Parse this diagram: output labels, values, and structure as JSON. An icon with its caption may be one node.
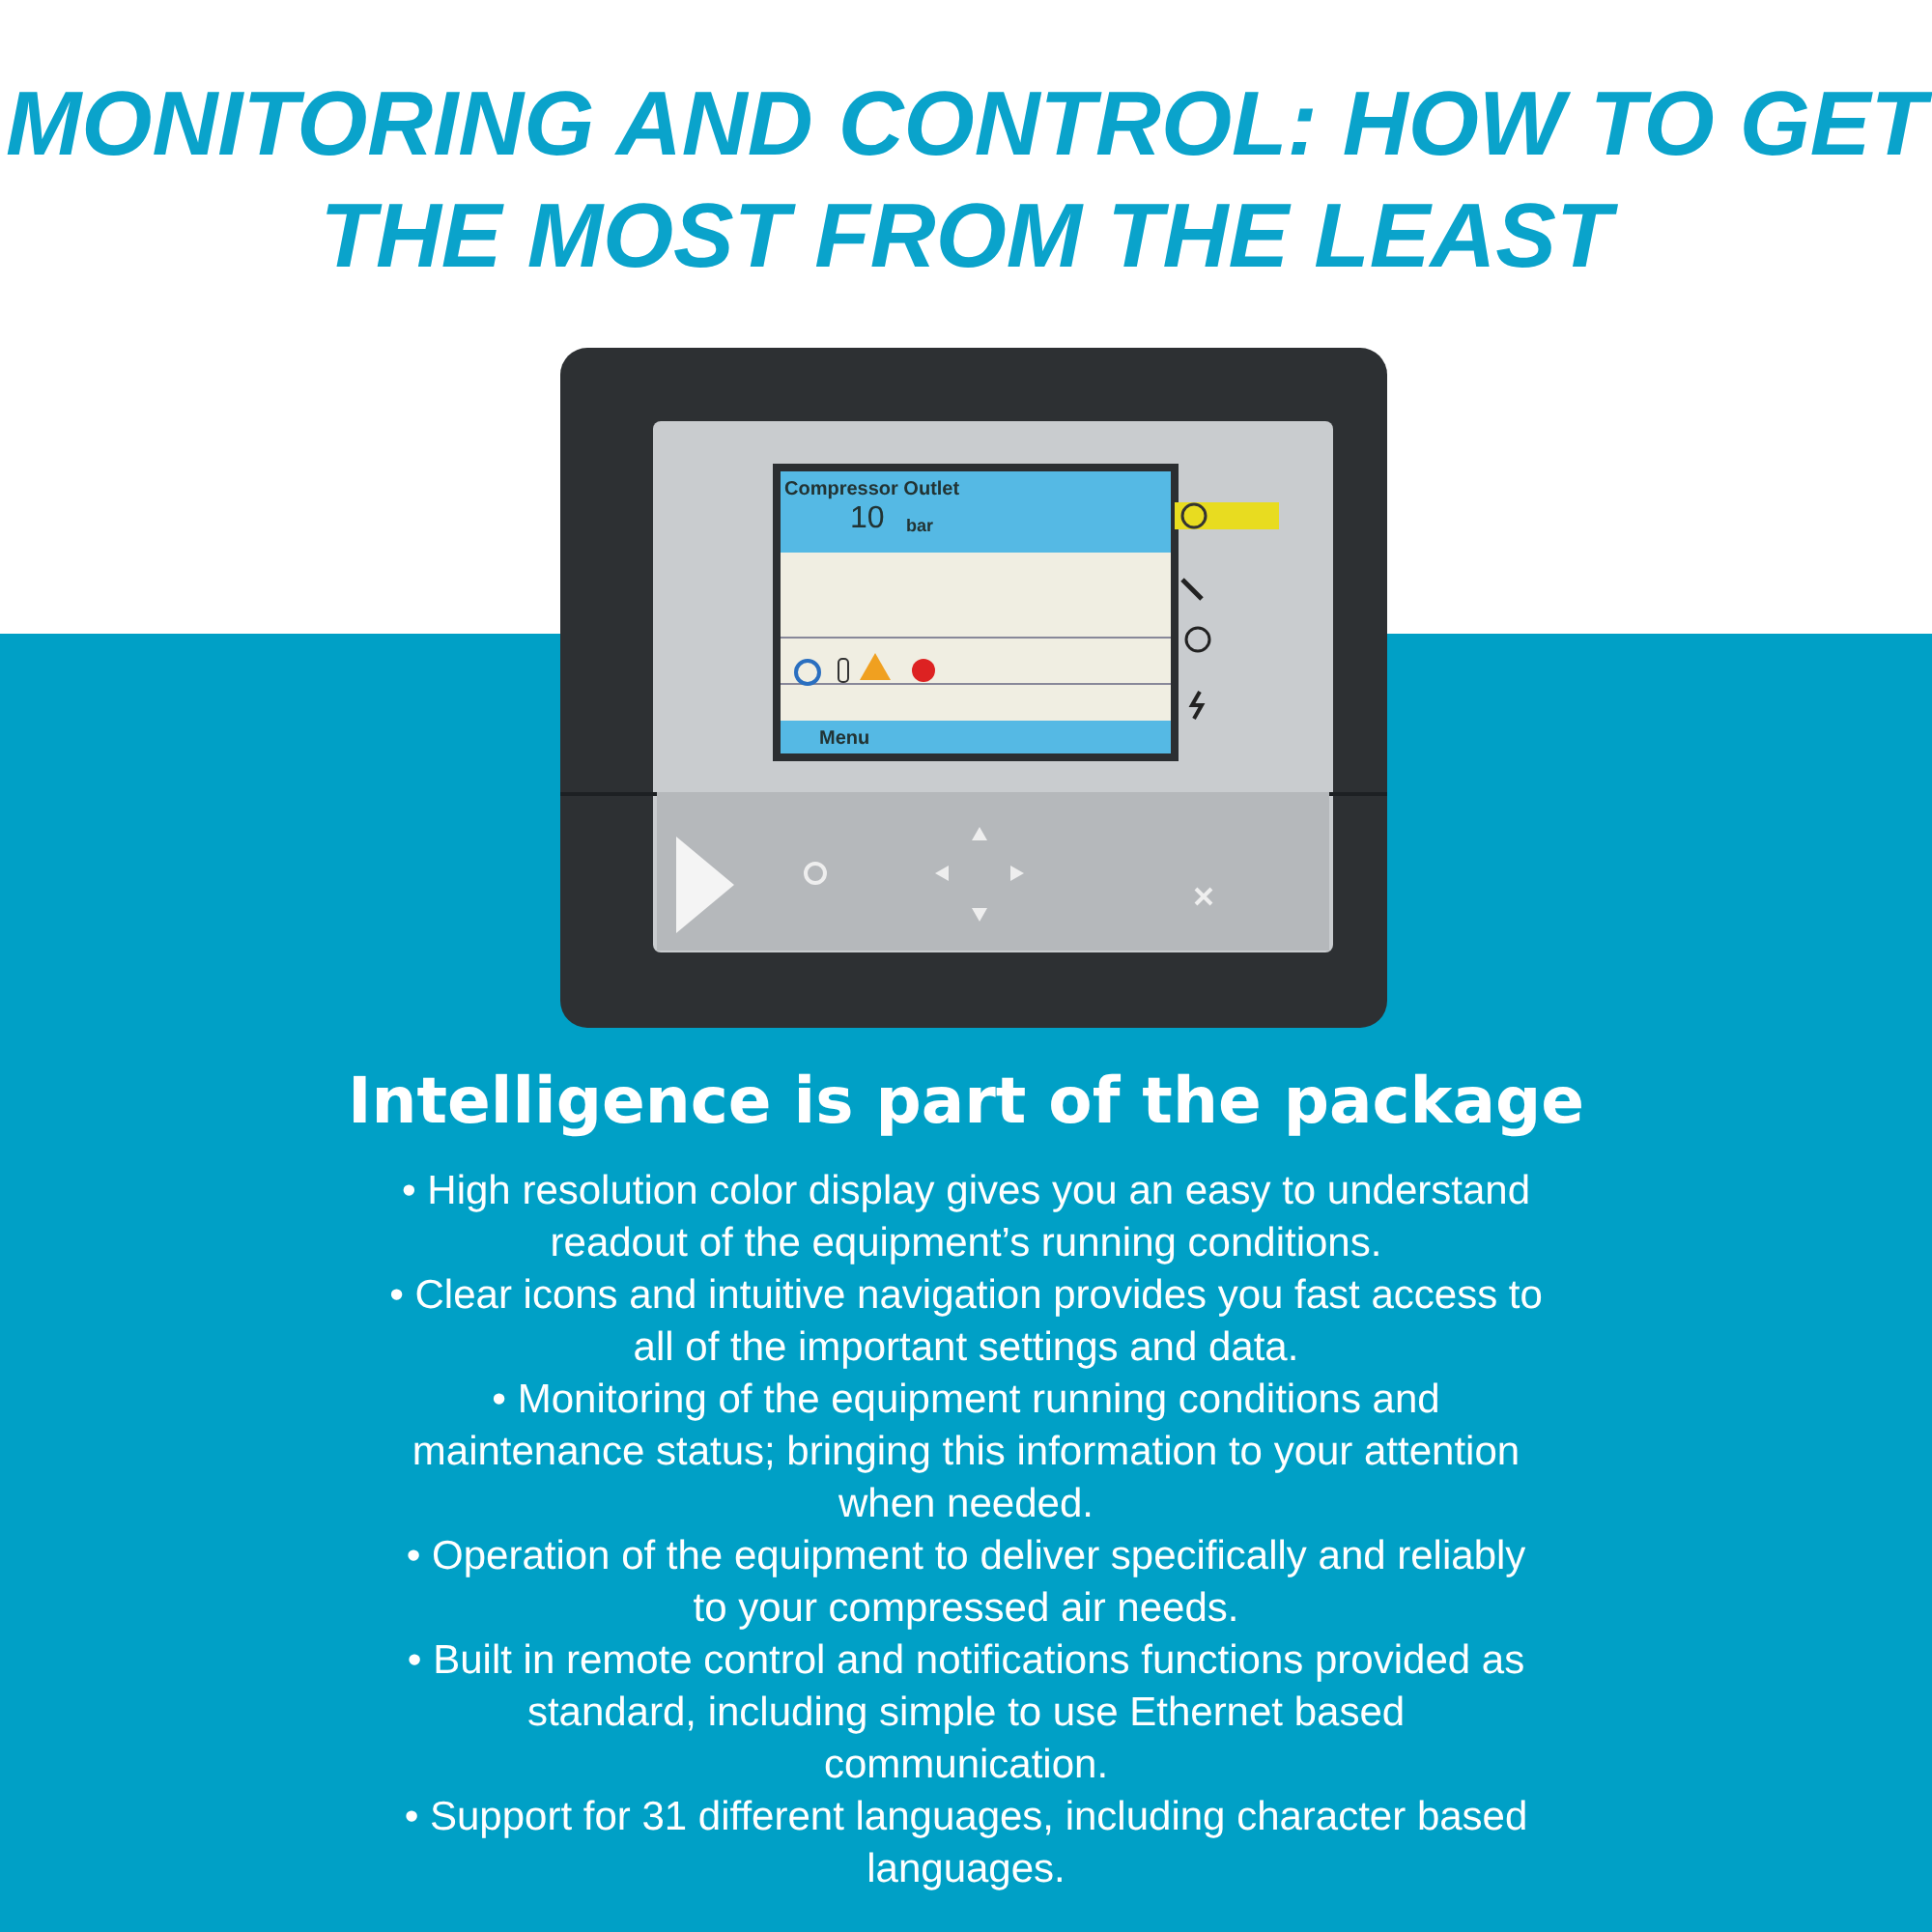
{
  "diagram": {
    "title": "MONITORING AND CONTROL: HOW TO GET THE MOST FROM THE LEAST",
    "labels": [
      "Compressor Outlet",
      "10",
      "bar",
      "Menu",
      "Intelligence is part of the package",
      "• High resolution color display gives you an easy to understand readout of the equipment’s running conditions.",
      "• Clear icons and intuitive navigation provides you fast access to all of the important settings and data.",
      "• Monitoring of the equipment running conditions and maintenance status; bringing this information to your attention when needed.",
      "• Operation of the equipment to deliver specifically and reliably to your compressed air needs.",
      "• Built in remote control and notifications functions provided as standard, including simple to use Ethernet based communication.",
      "• Support for 31 different languages, including character based languages."
    ]
  }
}
